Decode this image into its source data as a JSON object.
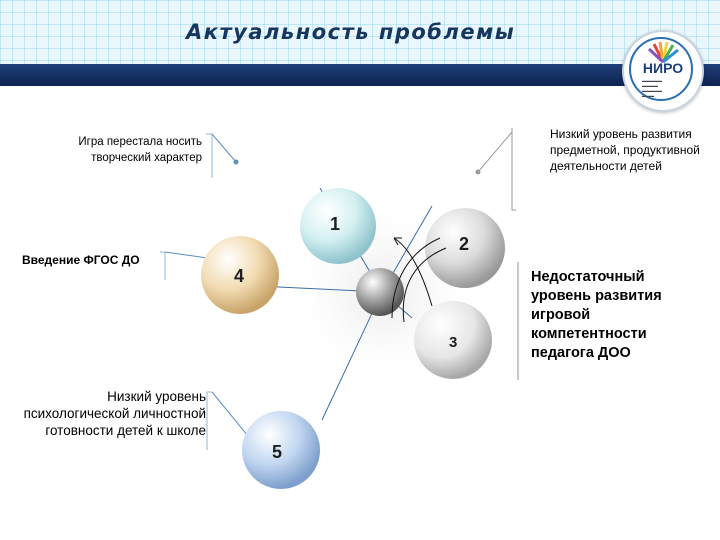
{
  "header": {
    "title": "Актуальность проблемы",
    "logo_text": "НИРО"
  },
  "nodes": [
    {
      "number": "1",
      "color": "#c8ecef"
    },
    {
      "number": "2",
      "color": "#d4d4d4"
    },
    {
      "number": "3",
      "color": "#e2e2e2"
    },
    {
      "number": "4",
      "color": "#f0d7ac"
    },
    {
      "number": "5",
      "color": "#b7cfee"
    }
  ],
  "labels": {
    "top_left": "Игра перестала носить творческий характер",
    "mid_left": "Введение ФГОС ДО",
    "bottom_left": "Низкий уровень психологической личностной готовности детей к школе",
    "top_right": "Низкий уровень развития предметной, продуктивной деятельности детей",
    "mid_right": "Недостаточный уровень развития игровой компетентности педагога ДОО"
  }
}
